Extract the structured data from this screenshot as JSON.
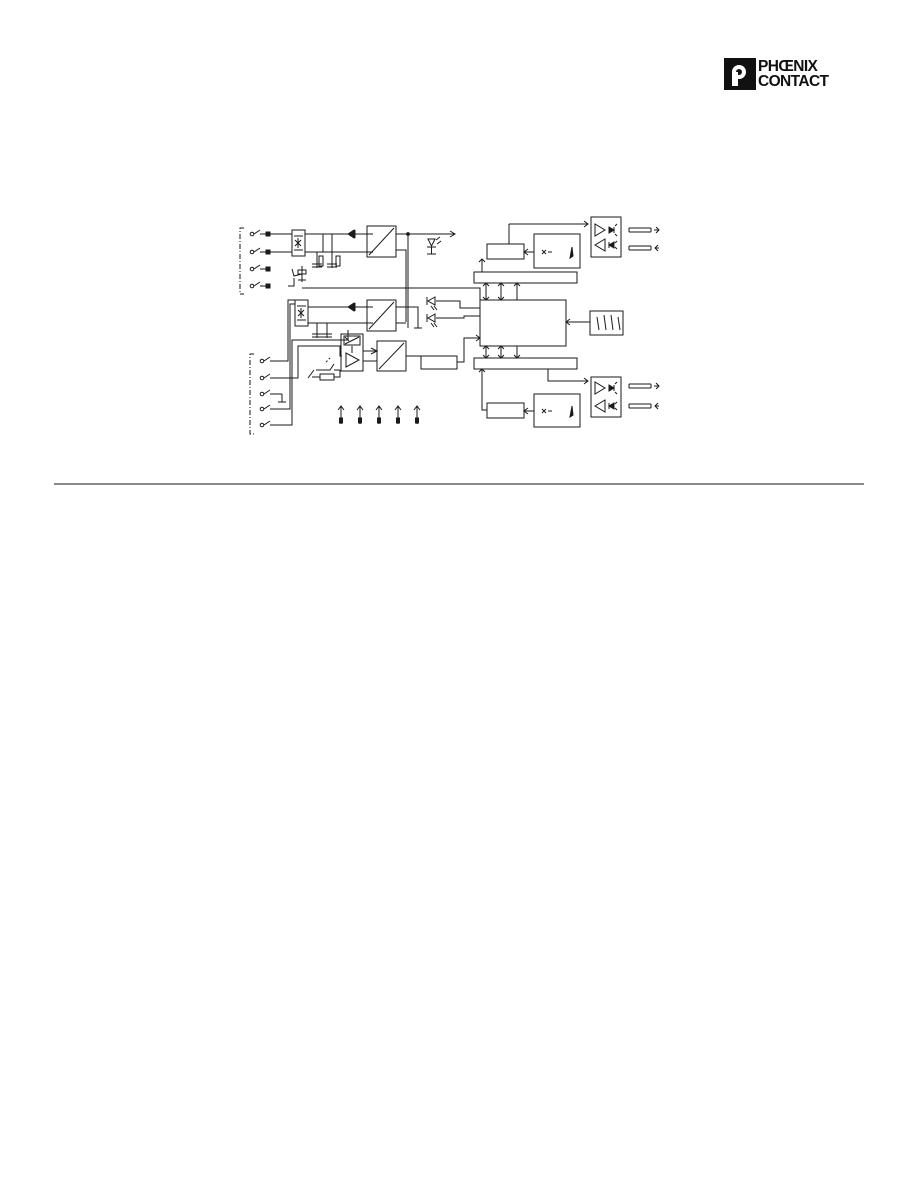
{
  "header": {
    "brand_logo": {
      "line1": "PHŒNIX",
      "line2": "CONTACT",
      "icon": "phoenix-contact-p-mark-icon"
    }
  },
  "diagram": {
    "type": "block-diagram",
    "colors": {
      "line": "#1a1a1a",
      "background": "#ffffff",
      "divider": "#8a8a8a"
    }
  }
}
